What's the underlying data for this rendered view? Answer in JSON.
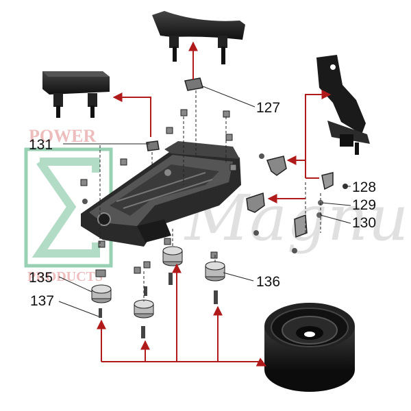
{
  "watermark": {
    "line1": "POWER",
    "line2": "PRODUCTS",
    "script": "Magnu",
    "logo_color": "#7fc4a0",
    "text_color": "#e8a6a6"
  },
  "arrow_color": "#b01a1a",
  "callouts": {
    "c127": "127",
    "c128": "128",
    "c129": "129",
    "c130": "130",
    "c131": "131",
    "c135": "135",
    "c136": "136",
    "c137": "137"
  },
  "icons": [
    "sigma-logo-icon",
    "screw-icon",
    "nut-icon",
    "rubber-mount-icon",
    "bracket-icon"
  ]
}
